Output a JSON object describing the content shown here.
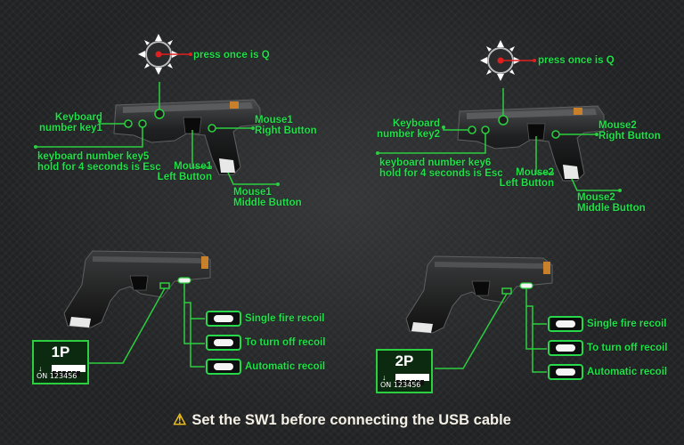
{
  "colors": {
    "label": "#22e04a",
    "line": "#2bcf3f",
    "dot": "#e02020",
    "warning": "#f2c21a",
    "background": "#202223"
  },
  "top_left": {
    "press_note": "press once is Q",
    "key1": [
      "Keyboard",
      "number key1"
    ],
    "key5": [
      "keyboard number key5",
      "hold for 4 seconds is Esc"
    ],
    "mouse_right": [
      "Mouse1",
      "Right Button"
    ],
    "mouse_left": [
      "Mouse1",
      "Left Button"
    ],
    "mouse_middle": [
      "Mouse1",
      "Middle Button"
    ]
  },
  "top_right": {
    "press_note": "press once is Q",
    "key2": [
      "Keyboard",
      "number key2"
    ],
    "key6": [
      "keyboard number key6",
      "hold for 4 seconds is Esc"
    ],
    "mouse_right": [
      "Mouse2",
      "Right Button"
    ],
    "mouse_left": [
      "Mouse2",
      "Left Button"
    ],
    "mouse_middle": [
      "Mouse2",
      "Middle Button"
    ]
  },
  "bottom_left": {
    "switch_label": "1P",
    "dip_on": "ON",
    "dip_numbers": "123456",
    "recoil_modes": [
      "Single fire recoil",
      "To turn off recoil",
      "Automatic recoil"
    ]
  },
  "bottom_right": {
    "switch_label": "2P",
    "dip_on": "ON",
    "dip_numbers": "123456",
    "recoil_modes": [
      "Single fire recoil",
      "To turn off recoil",
      "Automatic recoil"
    ]
  },
  "warning": {
    "icon": "warning-triangle-icon",
    "text": "Set the SW1 before connecting the USB cable"
  }
}
